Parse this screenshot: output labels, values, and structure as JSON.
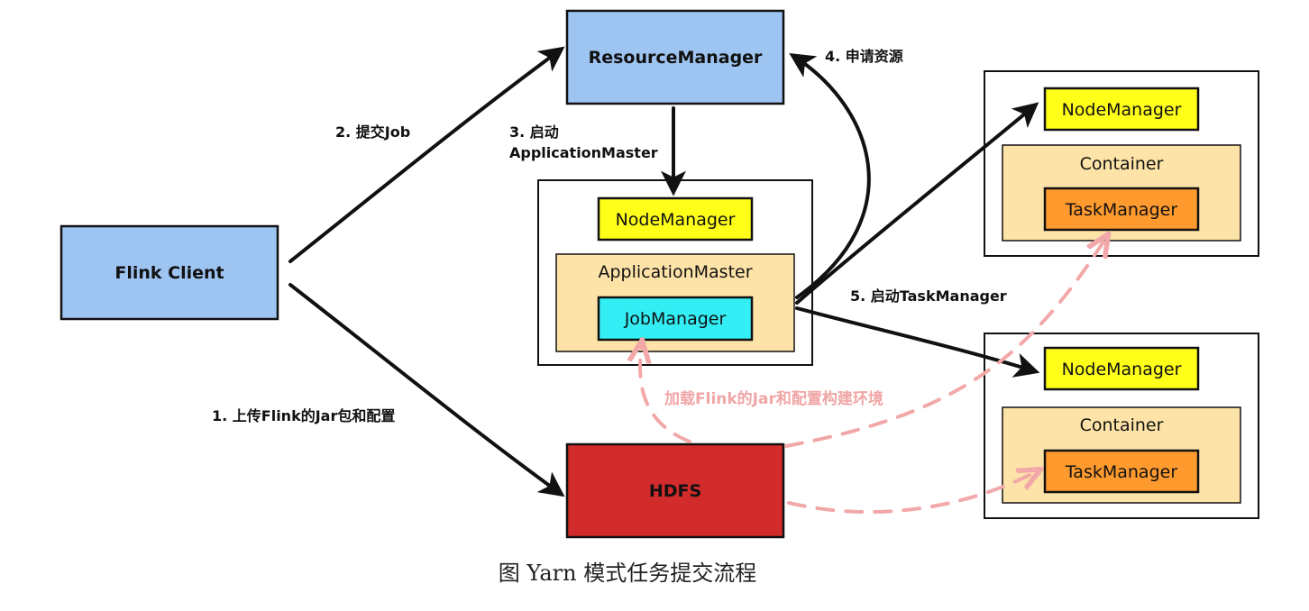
{
  "colors": {
    "blue_box": "#9ec4f2",
    "yellow_box": "#ffff1a",
    "container_fill": "#fde3a7",
    "task_manager_fill": "#ff9a2e",
    "job_manager_fill": "#33eef5",
    "hdfs_fill": "#d12b2b",
    "pink_dashed": "#f2a8a8",
    "outline": "#111111"
  },
  "nodes": {
    "resource_manager": "ResourceManager",
    "flink_client": "Flink Client",
    "hdfs": "HDFS",
    "am_node_manager": "NodeManager",
    "application_master": "ApplicationMaster",
    "job_manager": "JobManager",
    "worker1_node_manager": "NodeManager",
    "worker1_container": "Container",
    "worker1_task_manager": "TaskManager",
    "worker2_node_manager": "NodeManager",
    "worker2_container": "Container",
    "worker2_task_manager": "TaskManager"
  },
  "edges": {
    "step1": "1. 上传Flink的Jar包和配置",
    "step2": "2. 提交Job",
    "step3_line1": "3. 启动",
    "step3_line2": "ApplicationMaster",
    "step4": "4. 申请资源",
    "step5": "5. 启动TaskManager",
    "load_note": "加载Flink的Jar和配置构建环境"
  },
  "caption": "图  Yarn 模式任务提交流程"
}
